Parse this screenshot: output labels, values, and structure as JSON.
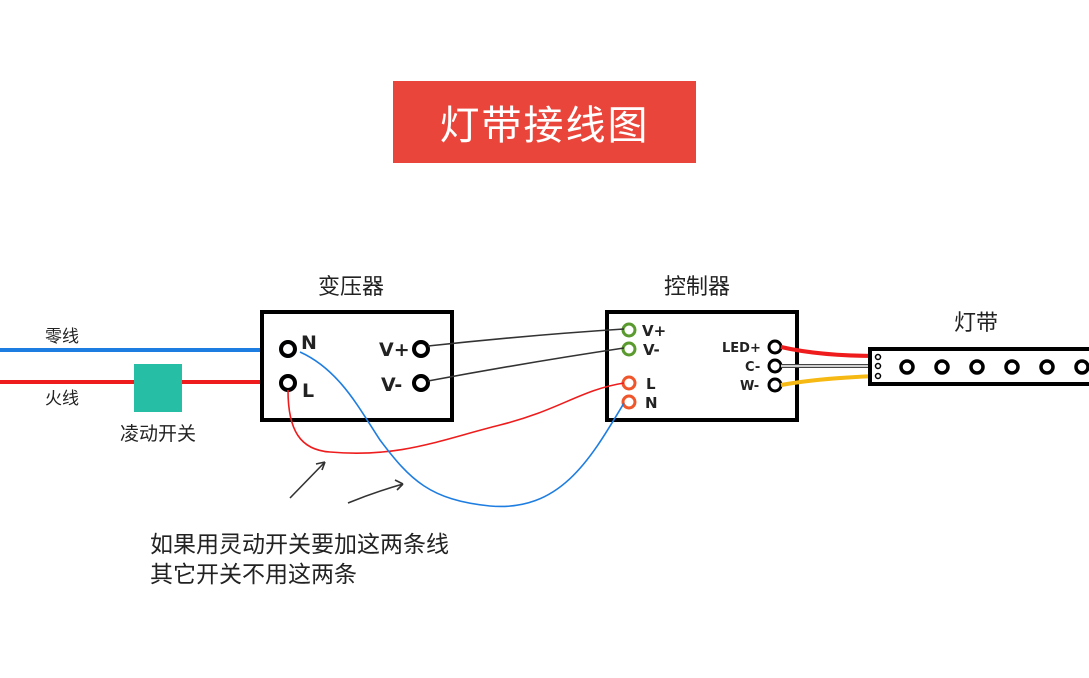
{
  "title": "灯带接线图",
  "wires": {
    "neutral_label": "零线",
    "live_label": "火线"
  },
  "switch": {
    "label": "凌动开关",
    "color": "#26bfa6"
  },
  "transformer": {
    "label": "变压器",
    "n": "N",
    "l": "L",
    "vplus": "V+",
    "vminus": "V-"
  },
  "controller": {
    "label": "控制器",
    "vplus": "V+",
    "vminus": "V-",
    "l": "L",
    "n": "N",
    "ledplus": "LED+",
    "cminus": "C-",
    "wminus": "W-"
  },
  "strip": {
    "label": "灯带"
  },
  "note": {
    "line1": "如果用灵动开关要加这两条线",
    "line2": "其它开关不用这两条"
  },
  "colors": {
    "title_bg": "#e9453a",
    "blue": "#1e7de0",
    "red": "#ee1c1c",
    "green": "#5a9a2e",
    "orange": "#f0562b",
    "yellow": "#f6b812"
  }
}
